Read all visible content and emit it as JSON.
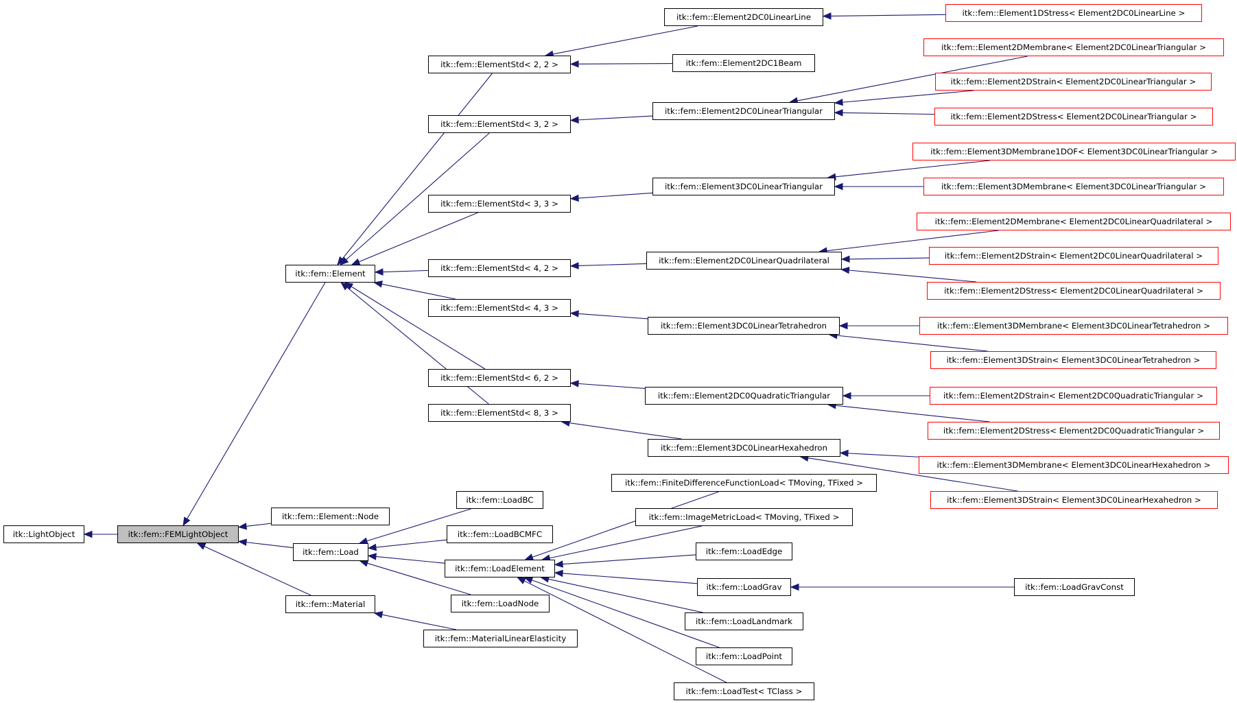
{
  "diagram": {
    "kind": "inheritance-graph",
    "colors": {
      "edge": "#191970",
      "node_border": "#000000",
      "undocumented_border": "#ff0000",
      "current_fill": "#bfbfbf"
    },
    "nodes": {
      "lightobject": "itk::LightObject",
      "femlightobject": "itk::fem::FEMLightObject",
      "element": "itk::fem::Element",
      "element_node": "itk::fem::Element::Node",
      "load": "itk::fem::Load",
      "material": "itk::fem::Material",
      "es22": "itk::fem::ElementStd< 2, 2 >",
      "es32": "itk::fem::ElementStd< 3, 2 >",
      "es33": "itk::fem::ElementStd< 3, 3 >",
      "es42": "itk::fem::ElementStd< 4, 2 >",
      "es43": "itk::fem::ElementStd< 4, 3 >",
      "es62": "itk::fem::ElementStd< 6, 2 >",
      "es83": "itk::fem::ElementStd< 8, 3 >",
      "loadbc": "itk::fem::LoadBC",
      "loadbcmfc": "itk::fem::LoadBCMFC",
      "loadelement": "itk::fem::LoadElement",
      "loadnode": "itk::fem::LoadNode",
      "materiallinear": "itk::fem::MaterialLinearElasticity",
      "e2dc0line": "itk::fem::Element2DC0LinearLine",
      "e2dc1beam": "itk::fem::Element2DC1Beam",
      "e2dc0tri": "itk::fem::Element2DC0LinearTriangular",
      "e3dc0tri": "itk::fem::Element3DC0LinearTriangular",
      "e2dc0quad": "itk::fem::Element2DC0LinearQuadrilateral",
      "e3dc0tet": "itk::fem::Element3DC0LinearTetrahedron",
      "e2dc0qtri": "itk::fem::Element2DC0QuadraticTriangular",
      "e3dc0hex": "itk::fem::Element3DC0LinearHexahedron",
      "fdfl": "itk::fem::FiniteDifferenceFunctionLoad< TMoving, TFixed >",
      "iml": "itk::fem::ImageMetricLoad< TMoving, TFixed >",
      "loadedge": "itk::fem::LoadEdge",
      "loadgrav": "itk::fem::LoadGrav",
      "loadlandmark": "itk::fem::LoadLandmark",
      "loadpoint": "itk::fem::LoadPoint",
      "loadtest": "itk::fem::LoadTest< TClass >",
      "loadgravconst": "itk::fem::LoadGravConst",
      "e1dstress_line": "itk::fem::Element1DStress< Element2DC0LinearLine >",
      "e2dmem_tri": "itk::fem::Element2DMembrane< Element2DC0LinearTriangular >",
      "e2dstrain_tri": "itk::fem::Element2DStrain< Element2DC0LinearTriangular >",
      "e2dstress_tri": "itk::fem::Element2DStress< Element2DC0LinearTriangular >",
      "e3dmem1dof_tri": "itk::fem::Element3DMembrane1DOF< Element3DC0LinearTriangular >",
      "e3dmem_tri": "itk::fem::Element3DMembrane< Element3DC0LinearTriangular >",
      "e2dmem_quad": "itk::fem::Element2DMembrane< Element2DC0LinearQuadrilateral >",
      "e2dstrain_quad": "itk::fem::Element2DStrain< Element2DC0LinearQuadrilateral >",
      "e2dstress_quad": "itk::fem::Element2DStress< Element2DC0LinearQuadrilateral >",
      "e3dmem_tet": "itk::fem::Element3DMembrane< Element3DC0LinearTetrahedron >",
      "e3dstrain_tet": "itk::fem::Element3DStrain< Element3DC0LinearTetrahedron >",
      "e2dstrain_qtri": "itk::fem::Element2DStrain< Element2DC0QuadraticTriangular >",
      "e2dstress_qtri": "itk::fem::Element2DStress< Element2DC0QuadraticTriangular >",
      "e3dmem_hex": "itk::fem::Element3DMembrane< Element3DC0LinearHexahedron >",
      "e3dstrain_hex": "itk::fem::Element3DStrain< Element3DC0LinearHexahedron >"
    },
    "edges": [
      [
        "femlightobject",
        "lightobject"
      ],
      [
        "element",
        "femlightobject"
      ],
      [
        "element_node",
        "femlightobject"
      ],
      [
        "load",
        "femlightobject"
      ],
      [
        "material",
        "femlightobject"
      ],
      [
        "es22",
        "element"
      ],
      [
        "es32",
        "element"
      ],
      [
        "es33",
        "element"
      ],
      [
        "es42",
        "element"
      ],
      [
        "es43",
        "element"
      ],
      [
        "es62",
        "element"
      ],
      [
        "es83",
        "element"
      ],
      [
        "loadbc",
        "load"
      ],
      [
        "loadbcmfc",
        "load"
      ],
      [
        "loadelement",
        "load"
      ],
      [
        "loadnode",
        "load"
      ],
      [
        "materiallinear",
        "material"
      ],
      [
        "e2dc0line",
        "es22"
      ],
      [
        "e2dc1beam",
        "es22"
      ],
      [
        "e2dc0tri",
        "es32"
      ],
      [
        "e3dc0tri",
        "es33"
      ],
      [
        "e2dc0quad",
        "es42"
      ],
      [
        "e3dc0tet",
        "es43"
      ],
      [
        "e2dc0qtri",
        "es62"
      ],
      [
        "e3dc0hex",
        "es83"
      ],
      [
        "fdfl",
        "loadelement"
      ],
      [
        "iml",
        "loadelement"
      ],
      [
        "loadedge",
        "loadelement"
      ],
      [
        "loadgrav",
        "loadelement"
      ],
      [
        "loadlandmark",
        "loadelement"
      ],
      [
        "loadpoint",
        "loadelement"
      ],
      [
        "loadtest",
        "loadelement"
      ],
      [
        "loadgravconst",
        "loadgrav"
      ],
      [
        "e1dstress_line",
        "e2dc0line"
      ],
      [
        "e2dmem_tri",
        "e2dc0tri"
      ],
      [
        "e2dstrain_tri",
        "e2dc0tri"
      ],
      [
        "e2dstress_tri",
        "e2dc0tri"
      ],
      [
        "e3dmem1dof_tri",
        "e3dc0tri"
      ],
      [
        "e3dmem_tri",
        "e3dc0tri"
      ],
      [
        "e2dmem_quad",
        "e2dc0quad"
      ],
      [
        "e2dstrain_quad",
        "e2dc0quad"
      ],
      [
        "e2dstress_quad",
        "e2dc0quad"
      ],
      [
        "e3dmem_tet",
        "e3dc0tet"
      ],
      [
        "e3dstrain_tet",
        "e3dc0tet"
      ],
      [
        "e2dstrain_qtri",
        "e2dc0qtri"
      ],
      [
        "e2dstress_qtri",
        "e2dc0qtri"
      ],
      [
        "e3dmem_hex",
        "e3dc0hex"
      ],
      [
        "e3dstrain_hex",
        "e3dc0hex"
      ]
    ]
  }
}
